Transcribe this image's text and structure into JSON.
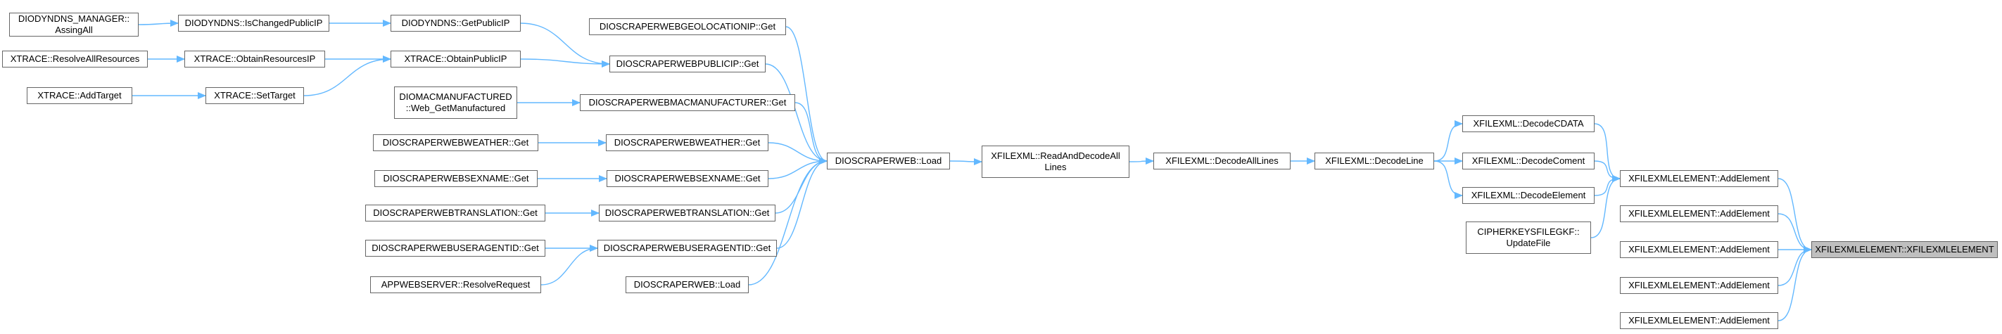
{
  "colors": {
    "edge": "#63b8ff",
    "border": "#666666",
    "node_bg": "#ffffff",
    "root_bg": "#bfbfbf"
  },
  "nodes": [
    {
      "id": "n1",
      "text": "DIODYNDNS_MANAGER::\nAssingAll"
    },
    {
      "id": "n2",
      "text": "DIODYNDNS::IsChangedPublicIP"
    },
    {
      "id": "n3",
      "text": "DIODYNDNS::GetPublicIP"
    },
    {
      "id": "n4",
      "text": "XTRACE::ResolveAllResources"
    },
    {
      "id": "n5",
      "text": "XTRACE::ObtainResourcesIP"
    },
    {
      "id": "n6",
      "text": "XTRACE::ObtainPublicIP"
    },
    {
      "id": "n7",
      "text": "XTRACE::AddTarget"
    },
    {
      "id": "n8",
      "text": "XTRACE::SetTarget"
    },
    {
      "id": "n9",
      "text": "DIOSCRAPERWEBGEOLOCATIONIP::Get"
    },
    {
      "id": "n10",
      "text": "DIOSCRAPERWEBPUBLICIP::Get"
    },
    {
      "id": "n11",
      "text": "DIOMACMANUFACTURED\n::Web_GetManufactured"
    },
    {
      "id": "n12",
      "text": "DIOSCRAPERWEBMACMANUFACTURER::Get"
    },
    {
      "id": "n13",
      "text": "DIOSCRAPERWEBWEATHER::Get"
    },
    {
      "id": "n14",
      "text": "DIOSCRAPERWEBWEATHER::Get"
    },
    {
      "id": "n15",
      "text": "DIOSCRAPERWEBSEXNAME::Get"
    },
    {
      "id": "n16",
      "text": "DIOSCRAPERWEBSEXNAME::Get"
    },
    {
      "id": "n17",
      "text": "DIOSCRAPERWEBTRANSLATION::Get"
    },
    {
      "id": "n18",
      "text": "DIOSCRAPERWEBTRANSLATION::Get"
    },
    {
      "id": "n19",
      "text": "DIOSCRAPERWEBUSERAGENTID::Get"
    },
    {
      "id": "n20",
      "text": "DIOSCRAPERWEBUSERAGENTID::Get"
    },
    {
      "id": "n21",
      "text": "APPWEBSERVER::ResolveRequest"
    },
    {
      "id": "n22",
      "text": "DIOSCRAPERWEB::Load"
    },
    {
      "id": "n23",
      "text": "DIOSCRAPERWEB::Load"
    },
    {
      "id": "n24",
      "text": "XFILEXML::ReadAndDecodeAll\nLines"
    },
    {
      "id": "n25",
      "text": "XFILEXML::DecodeAllLines"
    },
    {
      "id": "n26",
      "text": "XFILEXML::DecodeLine"
    },
    {
      "id": "n27",
      "text": "XFILEXML::DecodeCDATA"
    },
    {
      "id": "n28",
      "text": "XFILEXML::DecodeComent"
    },
    {
      "id": "n29",
      "text": "XFILEXML::DecodeElement"
    },
    {
      "id": "n30",
      "text": "CIPHERKEYSFILEGKF::\nUpdateFile"
    },
    {
      "id": "n31",
      "text": "XFILEXMLELEMENT::AddElement"
    },
    {
      "id": "n32",
      "text": "XFILEXMLELEMENT::AddElement"
    },
    {
      "id": "n33",
      "text": "XFILEXMLELEMENT::AddElement"
    },
    {
      "id": "n34",
      "text": "XFILEXMLELEMENT::AddElement"
    },
    {
      "id": "n35",
      "text": "XFILEXMLELEMENT::AddElement"
    },
    {
      "id": "n36",
      "text": "XFILEXMLELEMENT::XFILEXMLELEMENT"
    }
  ]
}
